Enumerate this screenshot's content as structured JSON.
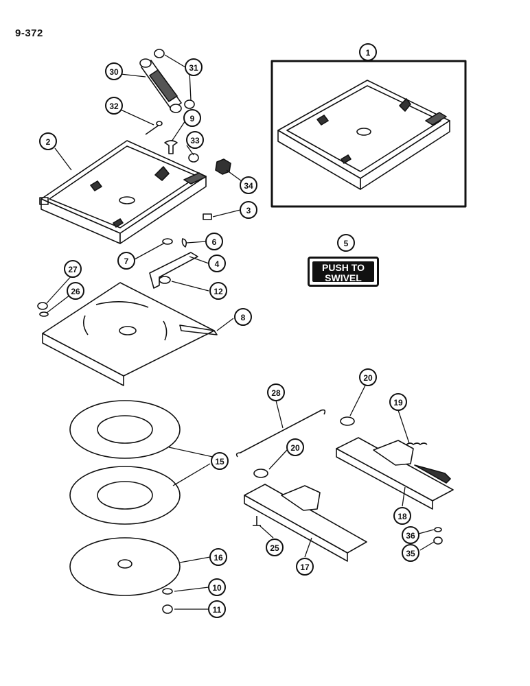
{
  "page_number": "9-372",
  "decal": {
    "line1": "PUSH TO",
    "line2": "SWIVEL"
  },
  "callouts": [
    "1",
    "2",
    "3",
    "4",
    "5",
    "6",
    "7",
    "8",
    "9",
    "10",
    "11",
    "12",
    "15",
    "16",
    "17",
    "18",
    "19",
    "20",
    "20",
    "25",
    "26",
    "27",
    "28",
    "30",
    "31",
    "32",
    "33",
    "34",
    "35",
    "36"
  ]
}
